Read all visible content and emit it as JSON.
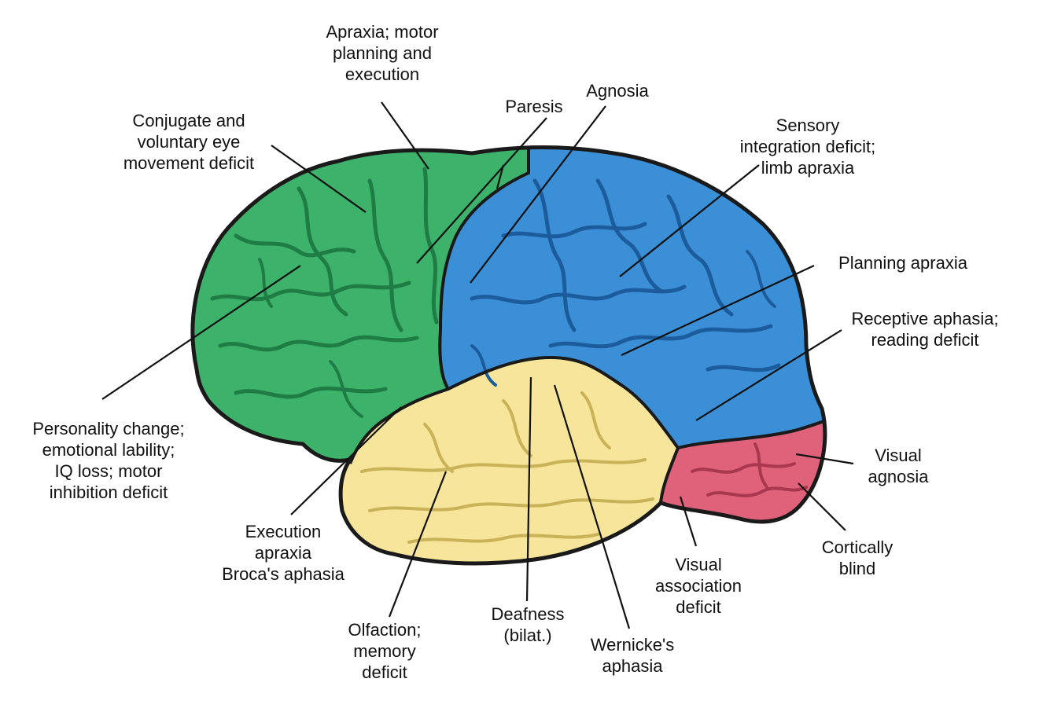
{
  "colors": {
    "frontal": "#3db26b",
    "frontal_dark": "#1e7c44",
    "parietal": "#3b8fd6",
    "parietal_dark": "#1d5c9c",
    "temporal": "#f6e59a",
    "temporal_dark": "#c9b257",
    "occipital": "#e0627a",
    "occipital_dark": "#a8384f",
    "leader_line": "#111111"
  },
  "labels": {
    "apraxia_motor": "Apraxia; motor\nplanning and\nexecution",
    "paresis": "Paresis",
    "agnosia": "Agnosia",
    "conjugate_eye": "Conjugate and\nvoluntary eye\nmovement deficit",
    "sensory_integration": "Sensory\nintegration deficit;\nlimb apraxia",
    "planning_apraxia": "Planning apraxia",
    "receptive_aphasia": "Receptive aphasia;\nreading deficit",
    "personality_change": "Personality change;\nemotional lability;\nIQ loss; motor\ninhibition deficit",
    "visual_agnosia": "Visual\nagnosia",
    "execution_apraxia": "Execution\napraxia\nBroca's aphasia",
    "cortically_blind": "Cortically\nblind",
    "visual_association": "Visual\nassociation\ndeficit",
    "olfaction_memory": "Olfaction;\nmemory\ndeficit",
    "deafness": "Deafness\n(bilat.)",
    "wernickes": "Wernicke's\naphasia"
  }
}
